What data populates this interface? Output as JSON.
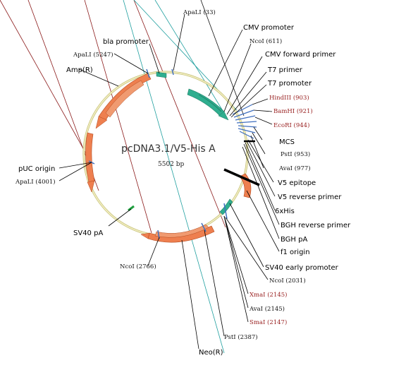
{
  "plasmid": {
    "name": "pcDNA3.1/V5-His A",
    "size_text": "5502 bp"
  },
  "features": [
    {
      "label": "CMV promoter",
      "color": "#1f9f7f"
    },
    {
      "label": "CMV forward primer",
      "color": "#1f9f7f"
    },
    {
      "label": "T7 primer",
      "color": "#1f9f7f"
    },
    {
      "label": "T7 promoter",
      "color": "#1f9f7f"
    },
    {
      "label": "MCS",
      "color": "#3f6fbf"
    },
    {
      "label": "V5 epitope",
      "color": "#000000"
    },
    {
      "label": "V5 reverse primer",
      "color": "#000000"
    },
    {
      "label": "6xHis",
      "color": "#000000"
    },
    {
      "label": "BGH reverse primer",
      "color": "#000000"
    },
    {
      "label": "BGH pA",
      "color": "#000000"
    },
    {
      "label": "f1 origin",
      "color": "#ee7f4f"
    },
    {
      "label": "SV40 early promoter",
      "color": "#1f9f7f"
    },
    {
      "label": "Neo(R)",
      "color": "#ee7f4f"
    },
    {
      "label": "SV40 pA",
      "color": "#1f9f3f"
    },
    {
      "label": "pUC origin",
      "color": "#ee7f4f"
    },
    {
      "label": "Amp(R)",
      "color": "#ee7f4f"
    },
    {
      "label": "bla promoter",
      "color": "#1f9f7f"
    }
  ],
  "sites": [
    {
      "label": "ApaLI (33)",
      "color": "#111111"
    },
    {
      "label": "NcoI (611)",
      "color": "#111111"
    },
    {
      "label": "HindIII (903)",
      "color": "#9a2323"
    },
    {
      "label": "BamHI (921)",
      "color": "#9a2323"
    },
    {
      "label": "EcoRI (944)",
      "color": "#9a2323"
    },
    {
      "label": "PstI (953)",
      "color": "#111111"
    },
    {
      "label": "AvaI (977)",
      "color": "#111111"
    },
    {
      "label": "NcoI (2031)",
      "color": "#111111"
    },
    {
      "label": "XmaI (2145)",
      "color": "#9a2323"
    },
    {
      "label": "AvaI (2145)",
      "color": "#111111"
    },
    {
      "label": "SmaI (2147)",
      "color": "#9a2323"
    },
    {
      "label": "PstI (2387)",
      "color": "#111111"
    },
    {
      "label": "NcoI (2766)",
      "color": "#111111"
    },
    {
      "label": "ApaLI (4001)",
      "color": "#111111"
    },
    {
      "label": "ApaLI (5247)",
      "color": "#111111"
    }
  ],
  "colors": {
    "backbone": "#e8e4a8",
    "backbone_edge": "#c8c27a",
    "orange_feature": "#ee7f4f",
    "promoter_teal": "#2fae8f",
    "site_tick": "#3f6fbf",
    "long_line_red": "#8b1a1a",
    "long_line_teal": "#1f9f9f"
  }
}
